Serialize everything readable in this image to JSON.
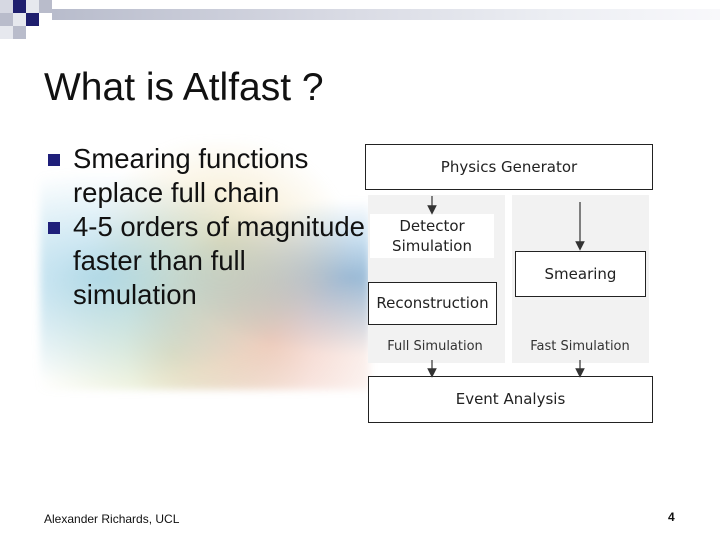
{
  "slide": {
    "title": "What is Atlfast ?",
    "bullets": [
      "Smearing functions replace full chain",
      "4-5 orders of magnitude faster than full simulation"
    ],
    "footer_author": "Alexander Richards, UCL",
    "page_number": "4"
  },
  "diagram": {
    "physics_generator": "Physics Generator",
    "detector_simulation_line1": "Detector",
    "detector_simulation_line2": "Simulation",
    "reconstruction": "Reconstruction",
    "smearing": "Smearing",
    "full_simulation_caption": "Full Simulation",
    "fast_simulation_caption": "Fast Simulation",
    "event_analysis": "Event Analysis"
  },
  "colors": {
    "bullet_mark": "#1f1f7a",
    "checker_dark": "#1f1f6e",
    "checker_light": "#b9bccb"
  }
}
